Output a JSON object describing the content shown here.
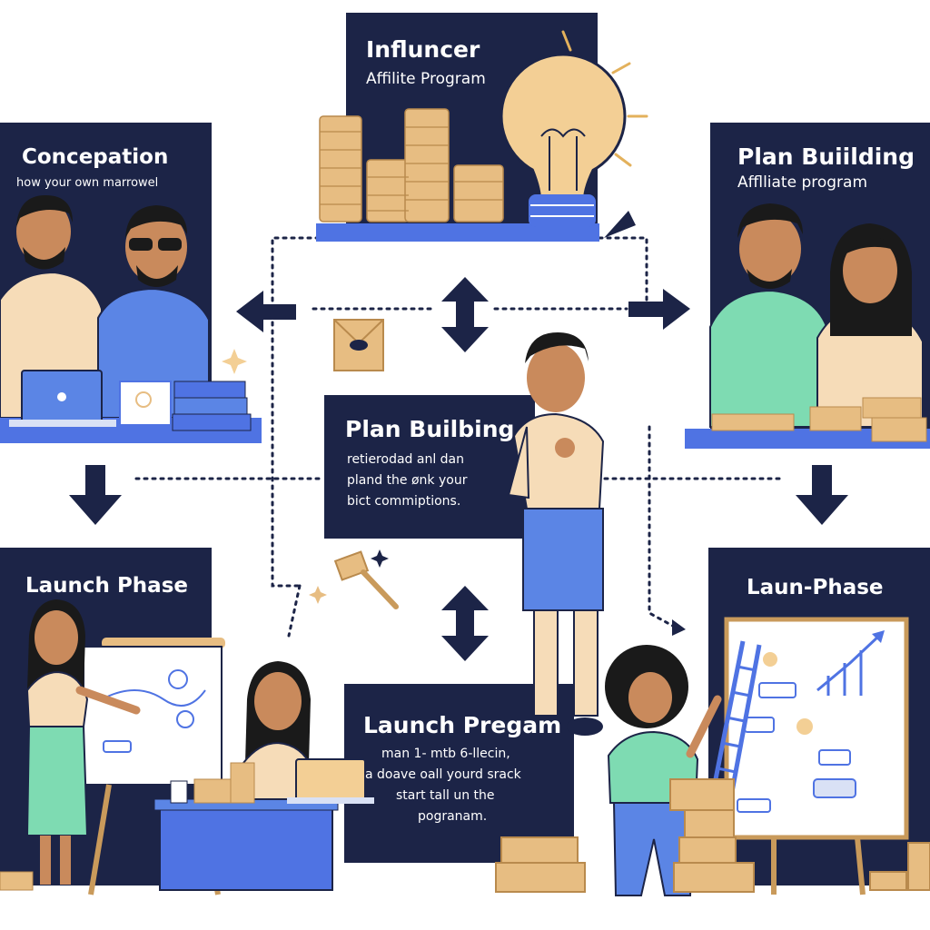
{
  "colors": {
    "panel": "#1c2447",
    "accent_blue": "#4f73e3",
    "gold": "#e7bd82",
    "gold_dark": "#c99a5b",
    "skin": "#c98a5c",
    "shirt_cream": "#f6dcb8",
    "shirt_blue": "#5b85e5",
    "shirt_green": "#7edbb2",
    "hair": "#1a1a1a"
  },
  "panels": {
    "influencer": {
      "title": "Influncer",
      "subtitle": "Affilite Program"
    },
    "conception": {
      "title": "Concepation",
      "subtitle": "how your own marrowel"
    },
    "plan_right": {
      "title": "Plan Buiilding",
      "subtitle": "Afflliate program"
    },
    "plan_center": {
      "title": "Plan Builbing",
      "lines": [
        "retierodad anl dan",
        "pland the ønk your",
        "bict commiptions."
      ]
    },
    "launch_left": {
      "title": "Launch Phase"
    },
    "launch_right": {
      "title": "Laun-Phase"
    },
    "launch_program": {
      "title": "Launch Pregam",
      "lines": [
        "man 1- mtb 6-llecin,",
        "a doave oall yourd srack",
        "start tall un the",
        "pogranam."
      ]
    }
  },
  "icons": [
    "lightbulb-icon",
    "coin-stack-icon",
    "laptop-icon",
    "envelope-icon",
    "flipchart-icon",
    "ladder-icon",
    "box-icon",
    "sparkle-icon",
    "arrow-icon"
  ]
}
